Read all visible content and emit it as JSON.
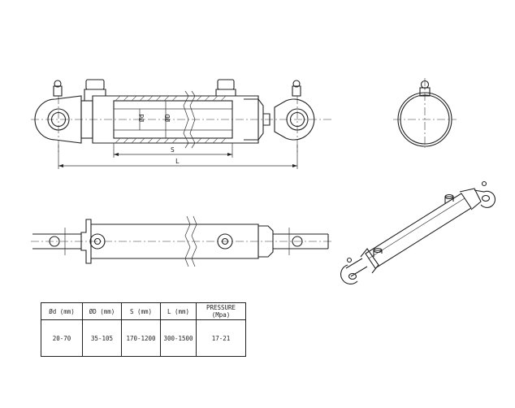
{
  "drawing": {
    "labels": {
      "rod_diameter": "Ød",
      "bore_diameter": "ØD",
      "stroke": "S",
      "length": "L"
    }
  },
  "spec_table": {
    "headers": [
      "Ød (mm)",
      "ØD (mm)",
      "S (mm)",
      "L (mm)",
      "PRESSURE (Mpa)"
    ],
    "rows": [
      [
        "20-70",
        "35-105",
        "170-1200",
        "300-1500",
        "17-21"
      ]
    ]
  }
}
